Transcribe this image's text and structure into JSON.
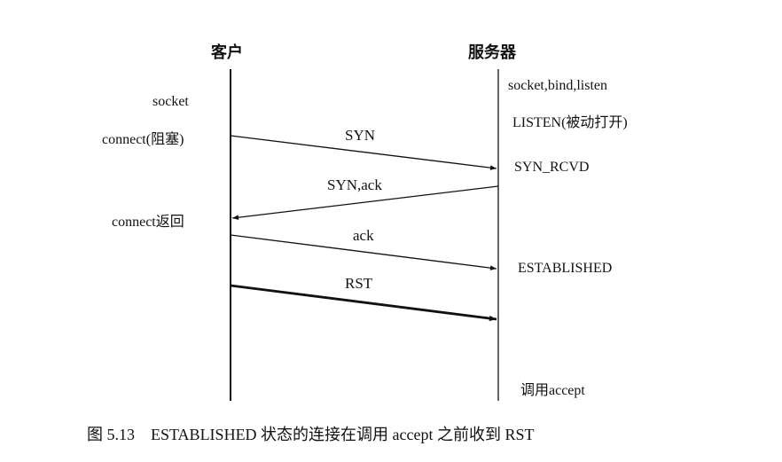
{
  "headers": {
    "client": "客户",
    "server": "服务器"
  },
  "client_labels": {
    "socket": "socket",
    "connect_block": "connect(阻塞)",
    "connect_return": "connect返回"
  },
  "server_labels": {
    "socket_bind_listen": "socket,bind,listen",
    "listen": "LISTEN(被动打开)",
    "syn_rcvd": "SYN_RCVD",
    "established": "ESTABLISHED",
    "call_accept": "调用accept"
  },
  "messages": [
    {
      "label": "SYN",
      "direction": "client-to-server",
      "bold": false
    },
    {
      "label": "SYN,ack",
      "direction": "server-to-client",
      "bold": false
    },
    {
      "label": "ack",
      "direction": "client-to-server",
      "bold": false
    },
    {
      "label": "RST",
      "direction": "client-to-server",
      "bold": true
    }
  ],
  "caption": {
    "figure_number": "图 5.13",
    "text": "ESTABLISHED 状态的连接在调用 accept 之前收到 RST"
  }
}
